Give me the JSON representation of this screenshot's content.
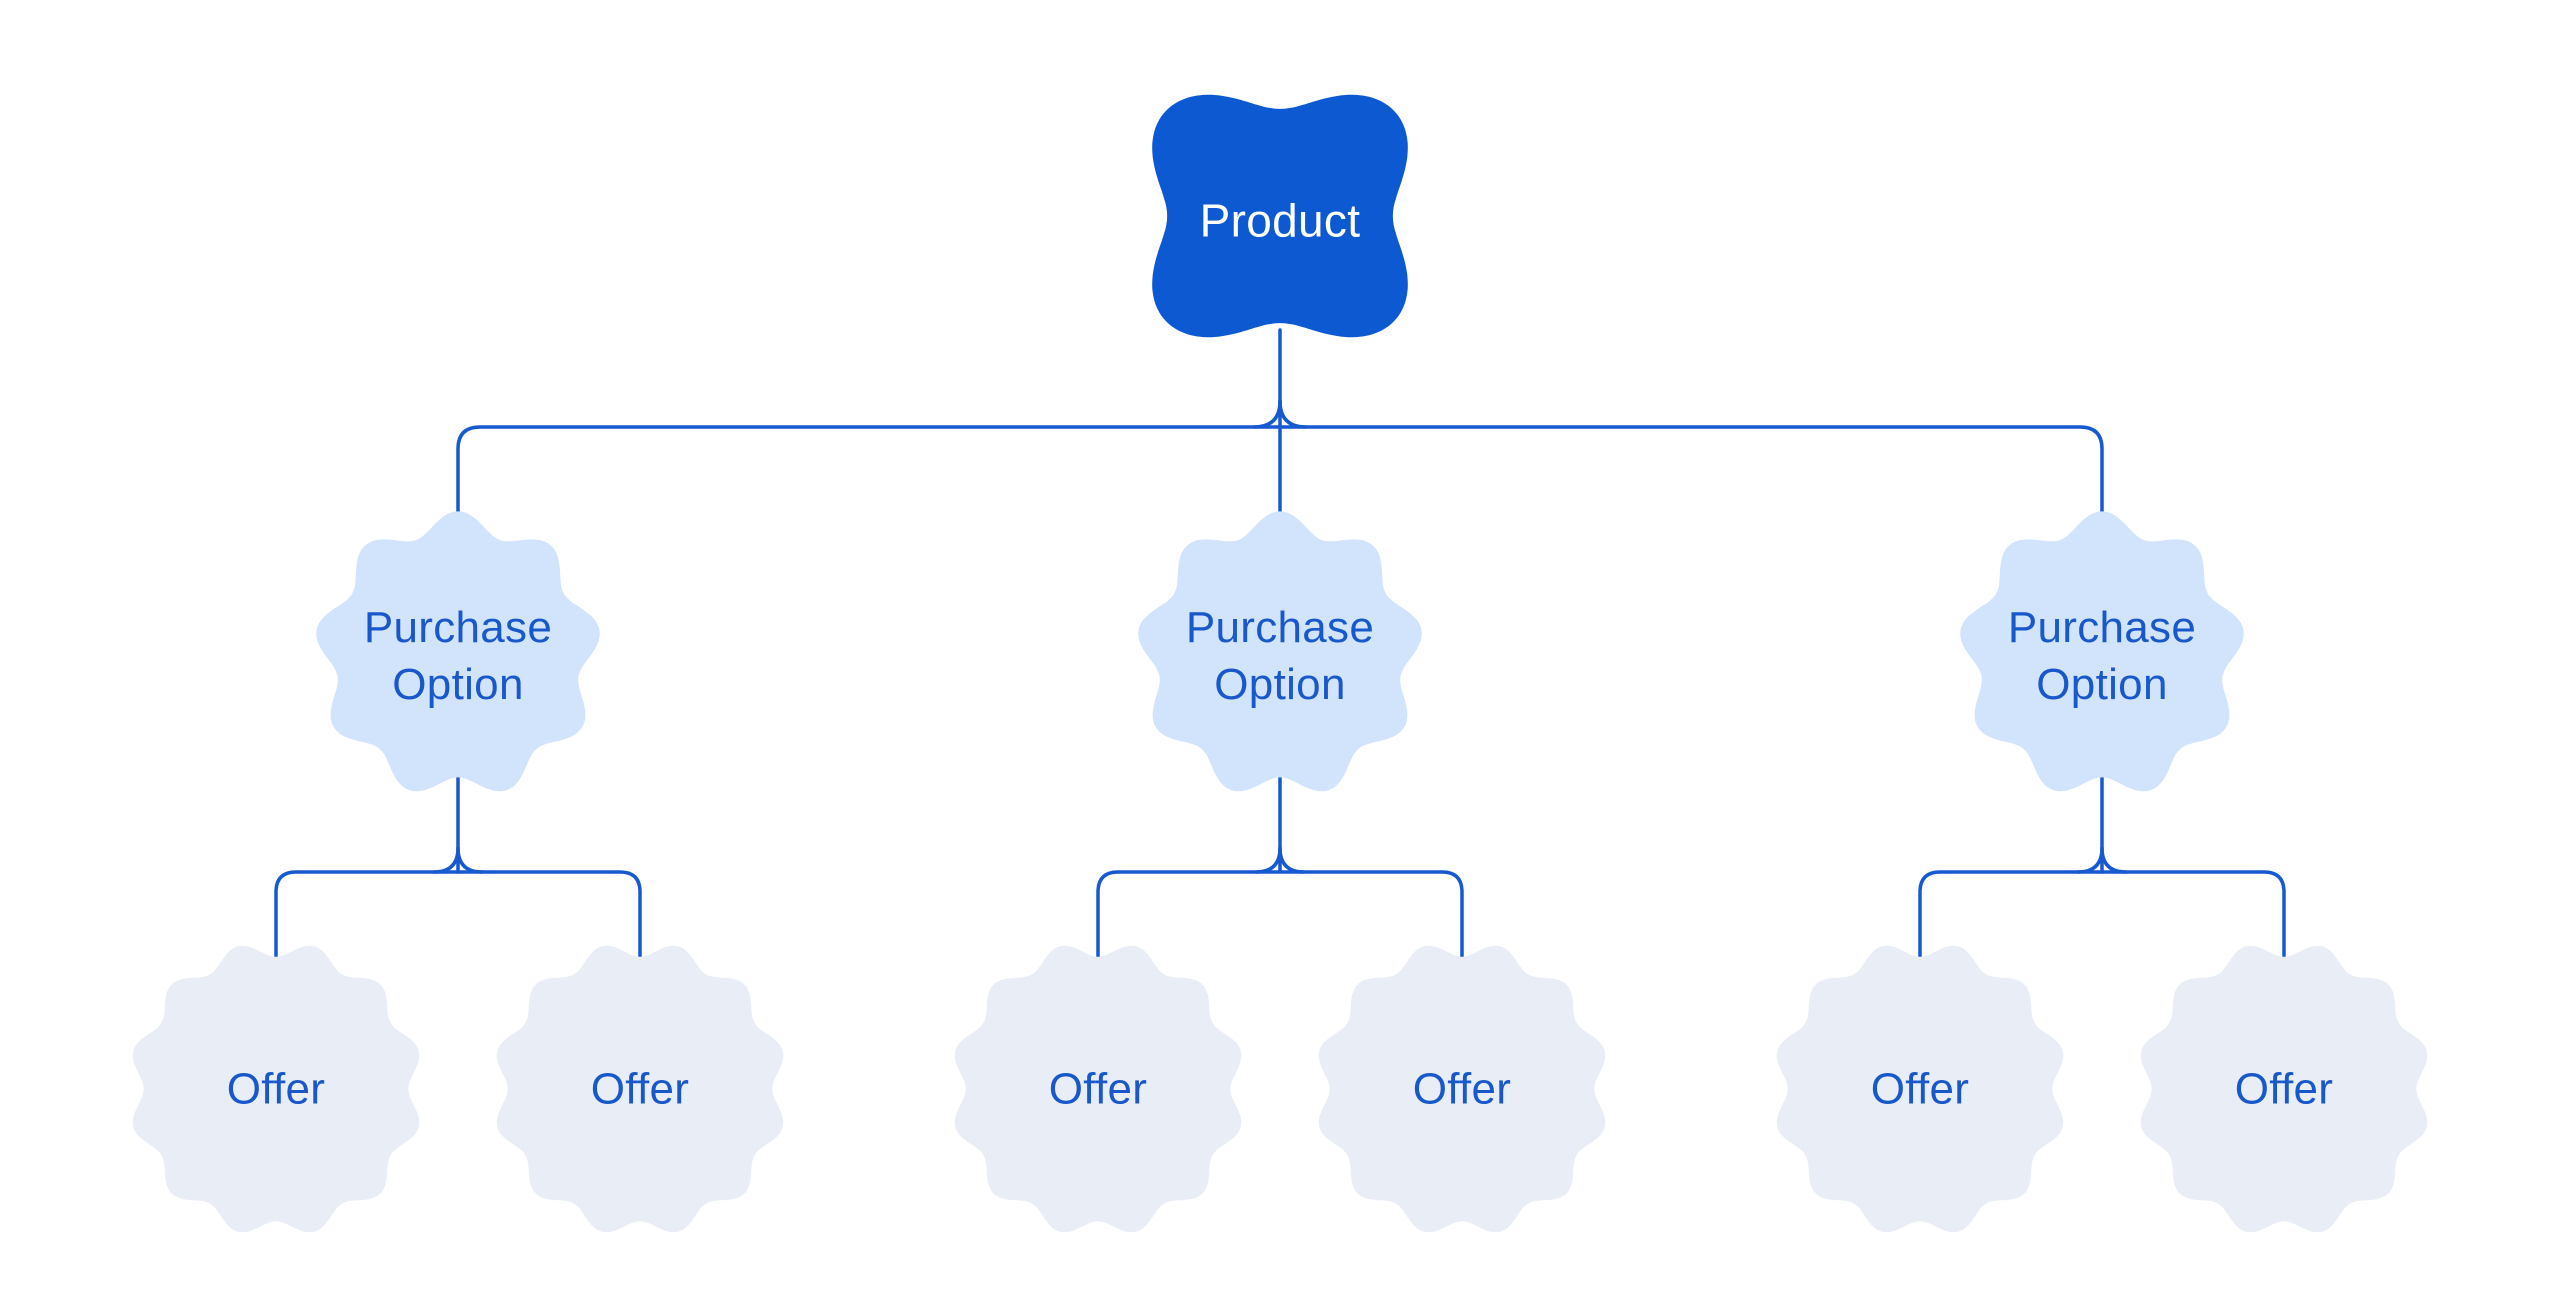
{
  "diagram": {
    "background": "#ffffff",
    "root": {
      "label": "Product"
    },
    "purchase_options": [
      {
        "label": "Purchase Option",
        "offers": [
          {
            "label": "Offer"
          },
          {
            "label": "Offer"
          }
        ]
      },
      {
        "label": "Purchase Option",
        "offers": [
          {
            "label": "Offer"
          },
          {
            "label": "Offer"
          }
        ]
      },
      {
        "label": "Purchase Option",
        "offers": [
          {
            "label": "Offer"
          },
          {
            "label": "Offer"
          }
        ]
      }
    ],
    "colors": {
      "root_fill": "#0d59d2",
      "root_text": "#ffffff",
      "purchase_fill": "#d2e3fc",
      "offer_fill": "#e8edf6",
      "label_text": "#1958ca",
      "connector": "#1759d1"
    }
  }
}
